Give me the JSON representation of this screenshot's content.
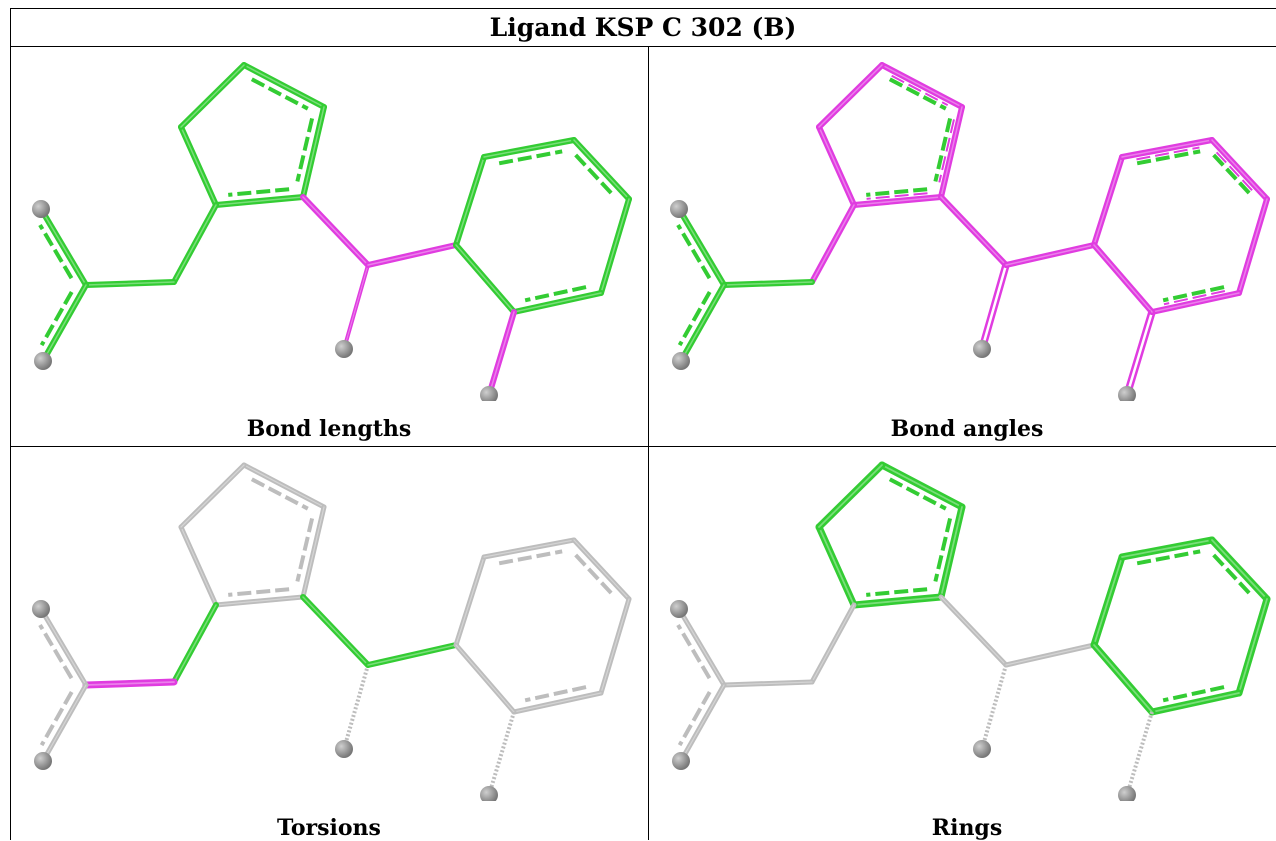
{
  "title": "Ligand KSP C 302 (B)",
  "panels": [
    {
      "caption": "Bond lengths"
    },
    {
      "caption": "Bond angles"
    },
    {
      "caption": "Torsions"
    },
    {
      "caption": "Rings"
    }
  ],
  "colors": {
    "green": "#33cc33",
    "magenta": "#e03ce0",
    "grey_bond": "#bdbdbd",
    "atom": "#777777"
  }
}
